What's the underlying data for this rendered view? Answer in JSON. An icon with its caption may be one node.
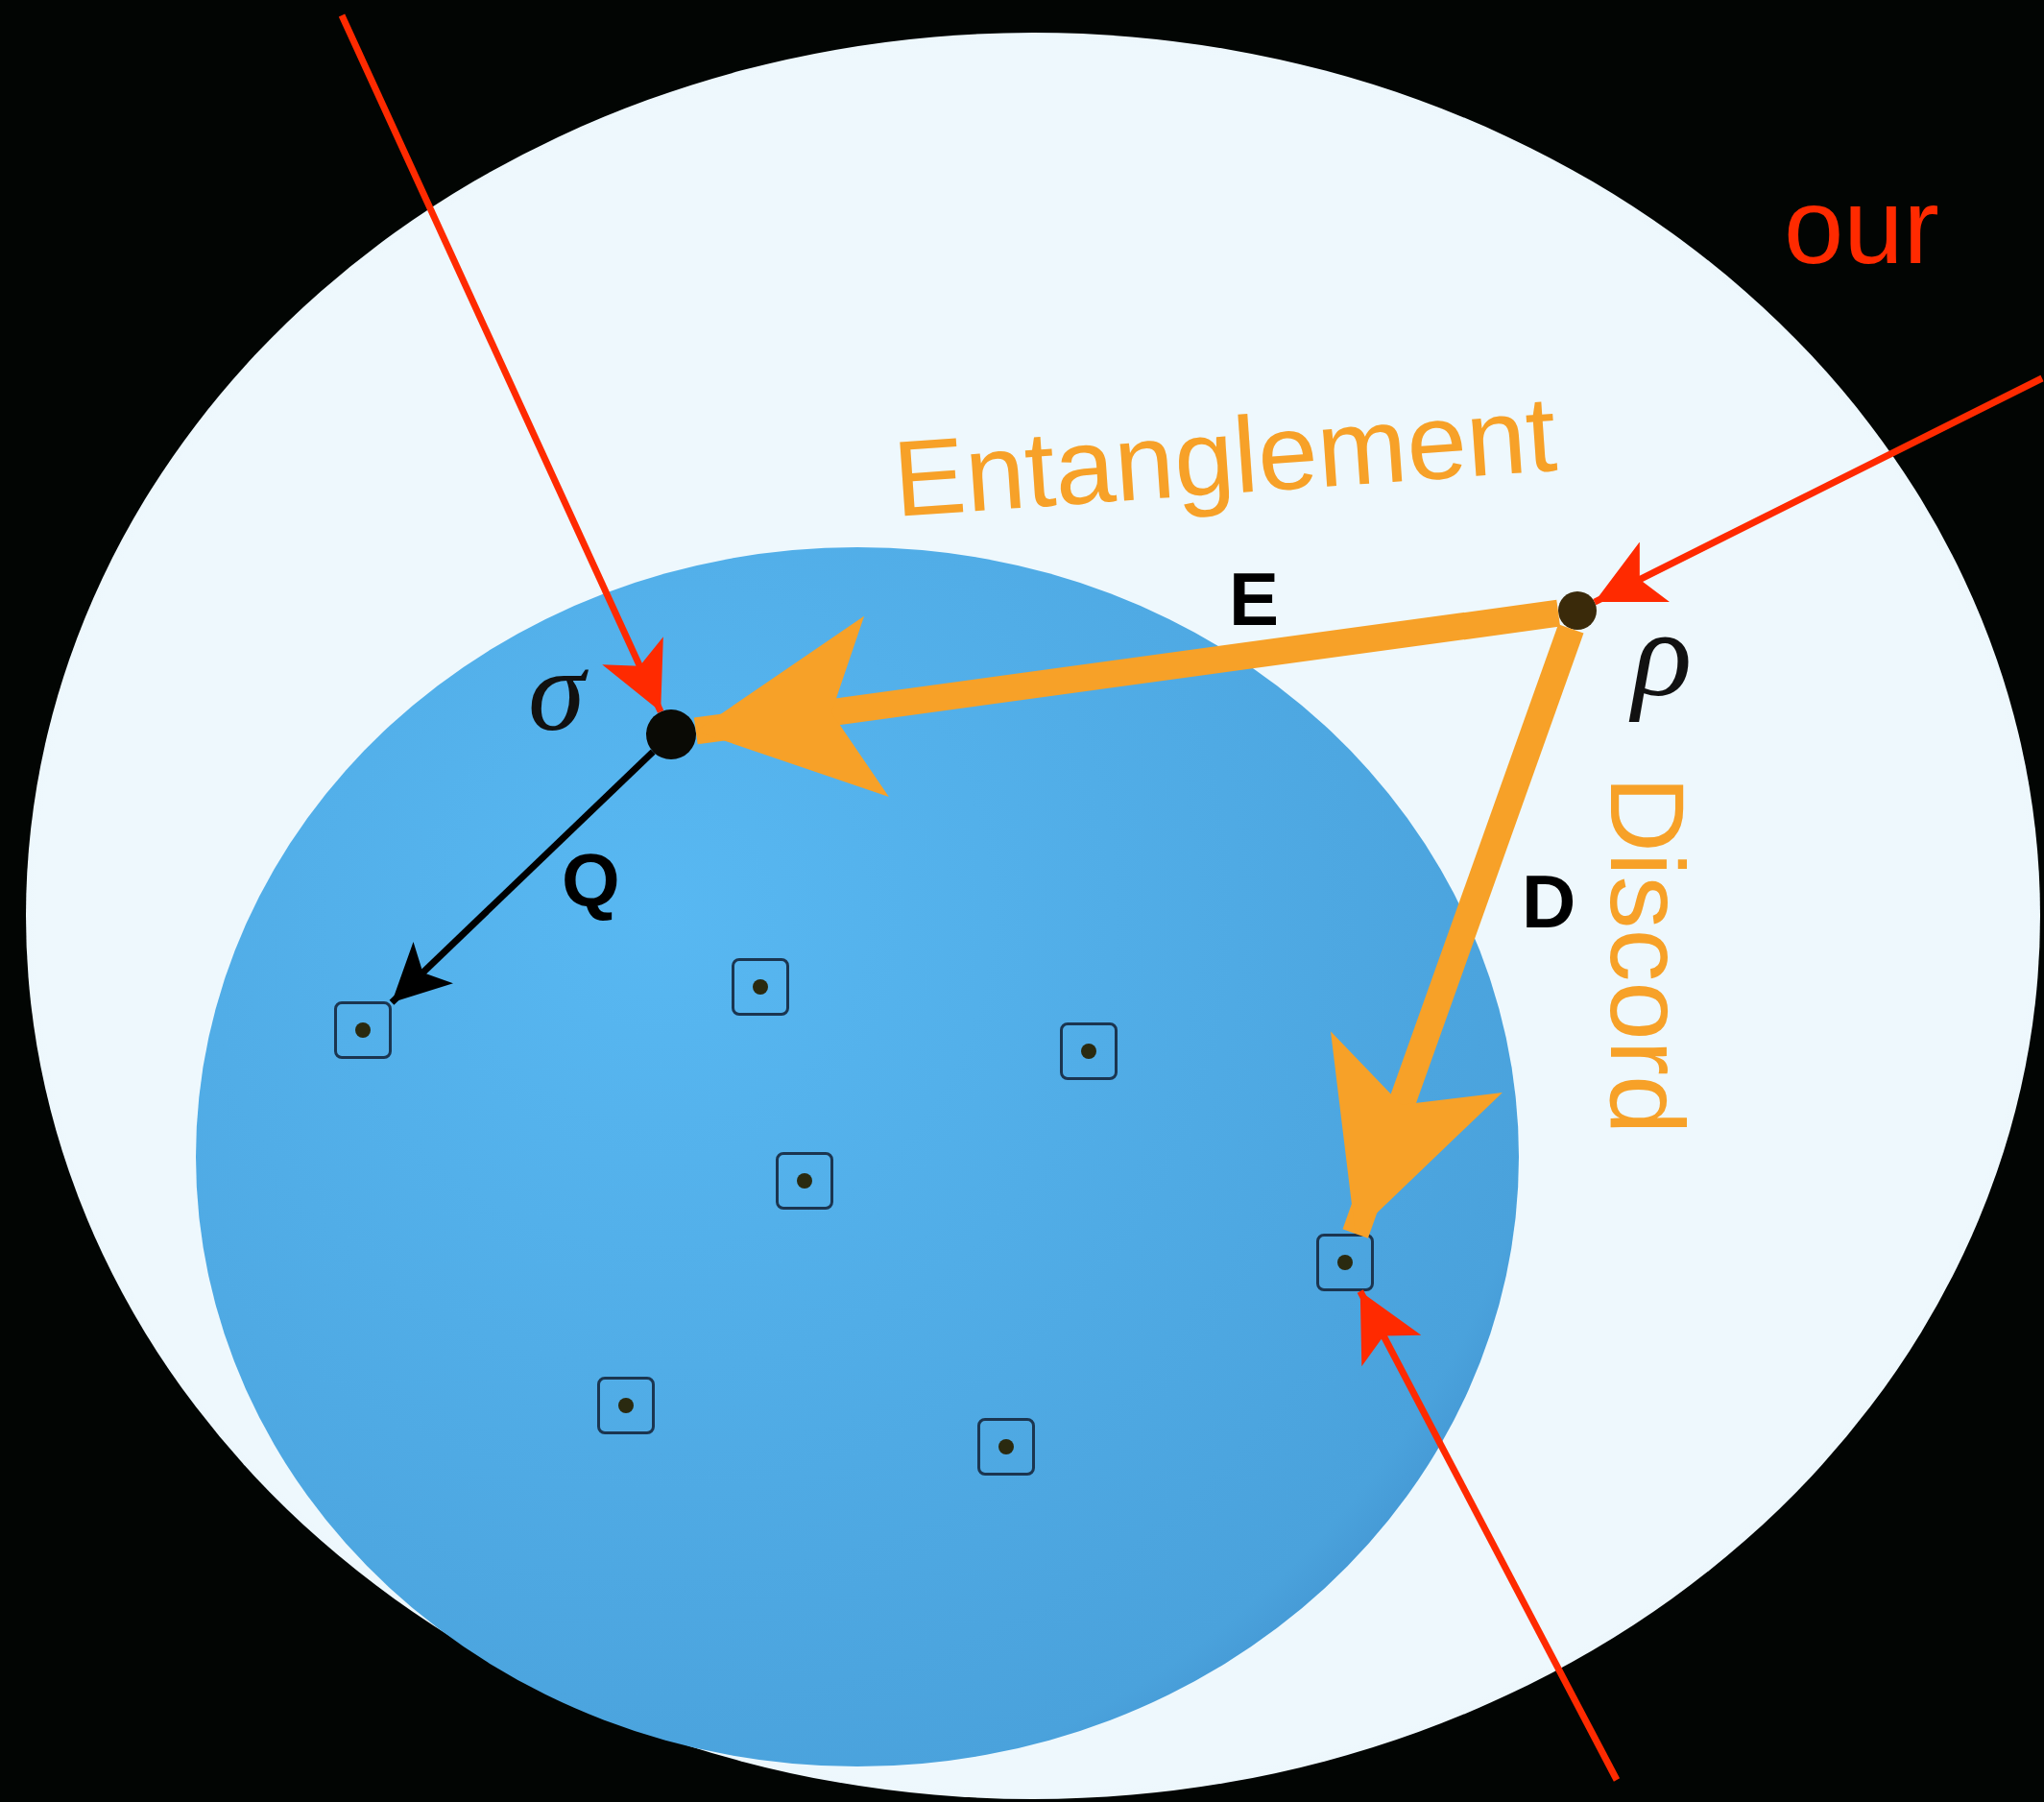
{
  "diagram": {
    "nodes": [
      {
        "text": [],
        "shape": "circle"
      },
      {
        "text": [],
        "shape": "circle",
        "in": 0
      },
      {
        "text": [],
        "shape": "circle",
        "in": 0,
        "beside": [
          "ρ"
        ]
      },
      {
        "text": [],
        "shape": "circle",
        "in": 1,
        "beside": [
          "σ"
        ]
      },
      {
        "text": [],
        "shape": "box",
        "in": 1
      },
      {
        "text": [],
        "shape": "box",
        "in": 1
      },
      {
        "text": [],
        "shape": "box",
        "in": 1
      },
      {
        "text": [],
        "shape": "box",
        "in": 1
      },
      {
        "text": [],
        "shape": "box",
        "in": 1
      },
      {
        "text": [],
        "shape": "box",
        "in": 1
      },
      {
        "text": [],
        "shape": "box",
        "in": 1
      }
    ],
    "edges": [
      {
        "from": null,
        "to": 3,
        "arrow": "to"
      },
      {
        "from": null,
        "to": 2,
        "arrow": "to"
      },
      {
        "from": null,
        "to": 10,
        "arrow": "to"
      },
      {
        "from": 2,
        "to": 3,
        "arrow": "to",
        "label": "Entanglement",
        "style": "thick",
        "color": "#f7a128"
      },
      {
        "from": 2,
        "to": 10,
        "arrow": "to",
        "label": "Discord",
        "style": "thick",
        "color": "#f7a128"
      },
      {
        "from": 3,
        "to": 4,
        "arrow": "to",
        "color": "#000000"
      }
    ],
    "labels": [
      "our",
      "E",
      "D",
      "Q"
    ]
  }
}
